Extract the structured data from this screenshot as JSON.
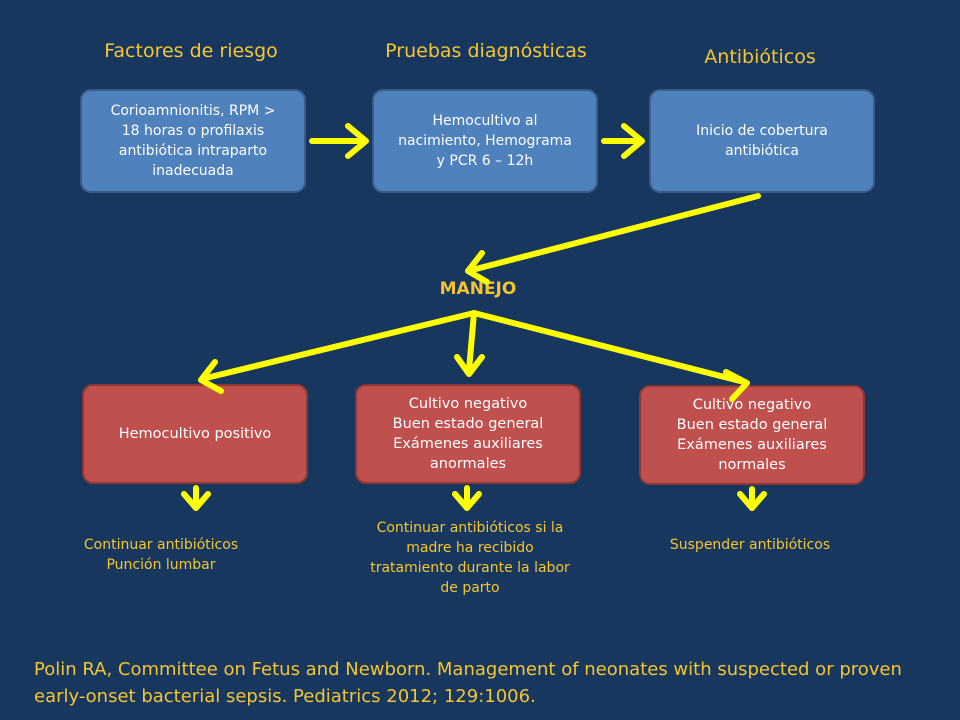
{
  "headings": {
    "risk": "Factores de riesgo",
    "tests": "Pruebas diagnósticas",
    "antibiotics": "Antibióticos"
  },
  "top_boxes": {
    "risk": "Corioamnionitis, RPM >\n18 horas o profilaxis\nantibiótica intraparto\ninadecuada",
    "tests": "Hemocultivo al\nnacimiento, Hemograma\ny PCR 6 – 12h",
    "antibiotics": "Inicio de cobertura\nantibiótica"
  },
  "manejo": "MANEJO",
  "bottom_boxes": {
    "left": "Hemocultivo positivo",
    "center": "Cultivo negativo\nBuen estado general\nExámenes auxiliares\nanormales",
    "right": "Cultivo negativo\nBuen estado general\nExámenes auxiliares\nnormales"
  },
  "results": {
    "left": "Continuar antibióticos\nPunción lumbar",
    "center": "Continuar antibióticos si la\nmadre ha recibido\ntratamiento durante la labor\nde parto",
    "right": "Suspender antibióticos"
  },
  "citation": "Polin RA, Committee on Fetus and Newborn. Management of neonates with suspected or proven early-onset bacterial sepsis. Pediatrics 2012; 129:1006.",
  "colors": {
    "background": "#17375e",
    "heading_text": "#f5c431",
    "arrow": "#ffff00",
    "blue_box": "#4f81bd",
    "red_box": "#c0504d"
  }
}
